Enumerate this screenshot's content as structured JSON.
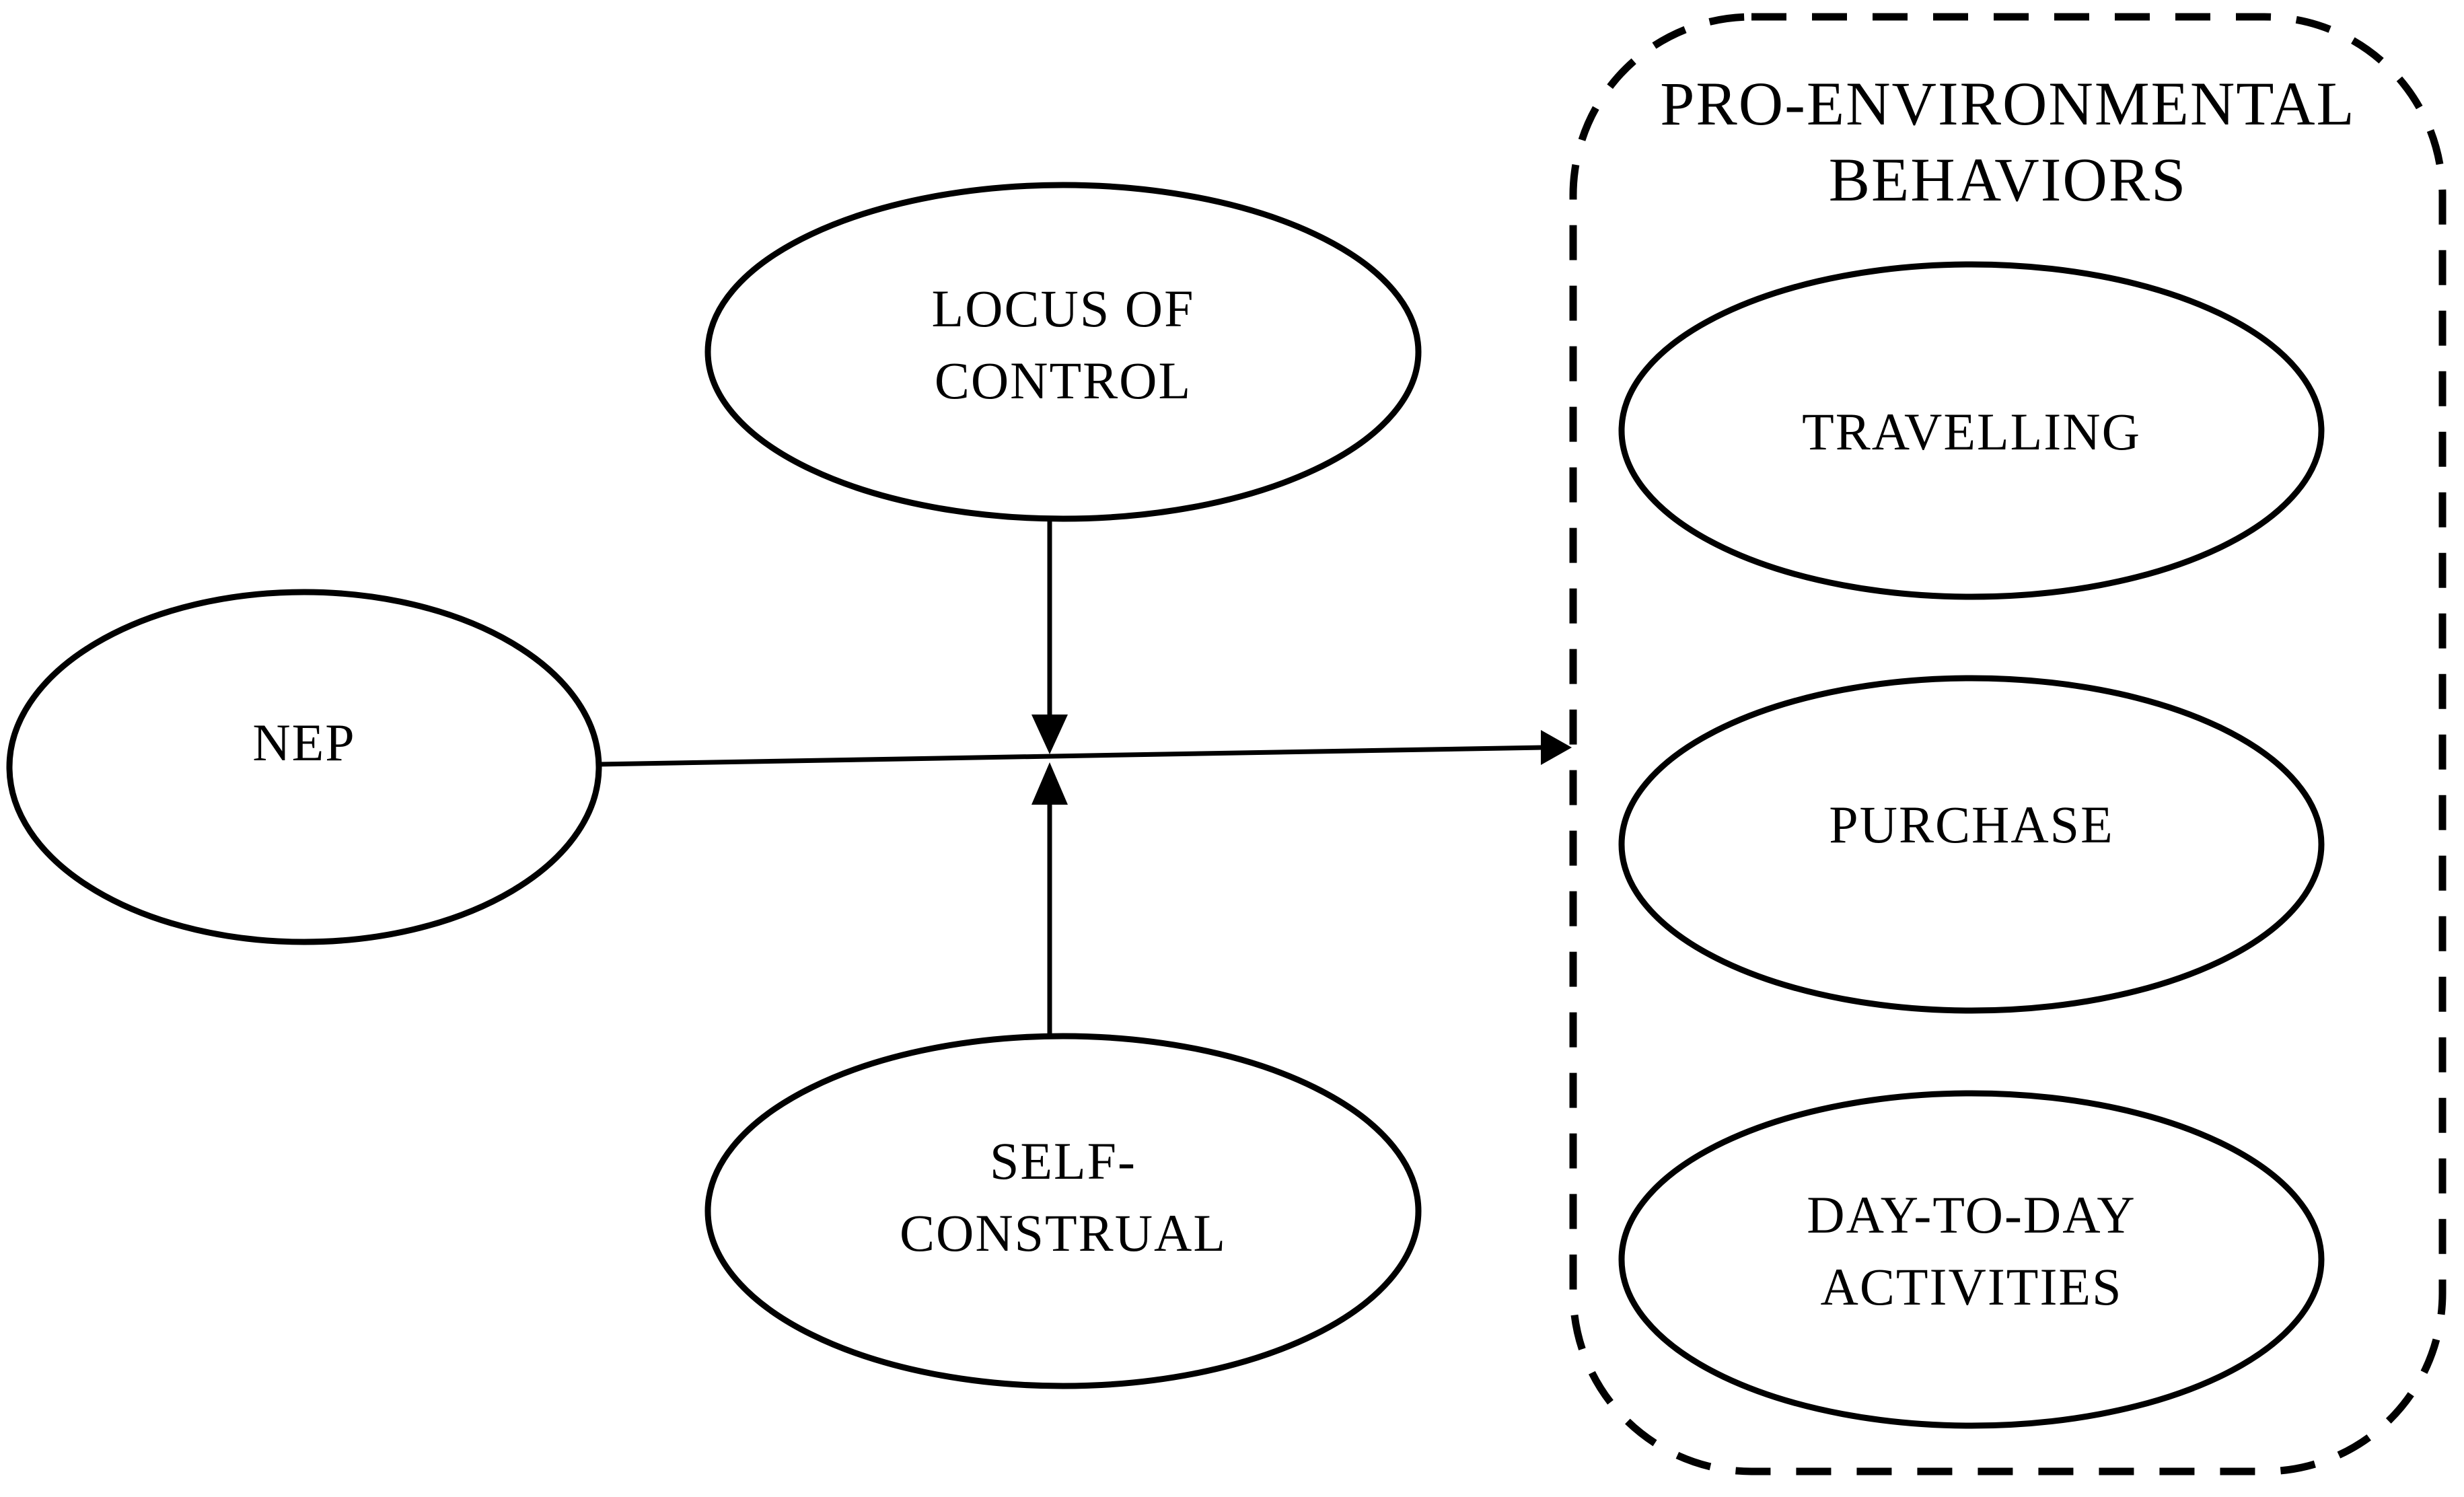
{
  "diagram": {
    "title": {
      "line1": "PRO-ENVIRONMENTAL",
      "line2": "BEHAVIORS"
    },
    "nodes": {
      "nep": {
        "label": "NEP"
      },
      "locus": {
        "line1": "LOCUS OF",
        "line2": "CONTROL"
      },
      "self": {
        "line1": "SELF-",
        "line2": "CONSTRUAL"
      },
      "travelling": {
        "label": "TRAVELLING"
      },
      "purchase": {
        "label": "PURCHASE"
      },
      "daytoday": {
        "line1": "DAY-TO-DAY",
        "line2": "ACTIVITIES"
      }
    },
    "edges": [
      {
        "from": "NEP",
        "to": "PRO-ENVIRONMENTAL BEHAVIORS",
        "style": "solid",
        "arrow": "right"
      },
      {
        "from": "LOCUS OF CONTROL",
        "to": "NEP-to-behaviors path",
        "style": "solid",
        "arrow": "down",
        "role": "moderator"
      },
      {
        "from": "SELF-CONSTRUAL",
        "to": "NEP-to-behaviors path",
        "style": "solid",
        "arrow": "up",
        "role": "moderator"
      }
    ],
    "colors": {
      "stroke": "#000000",
      "background": "#ffffff"
    }
  }
}
